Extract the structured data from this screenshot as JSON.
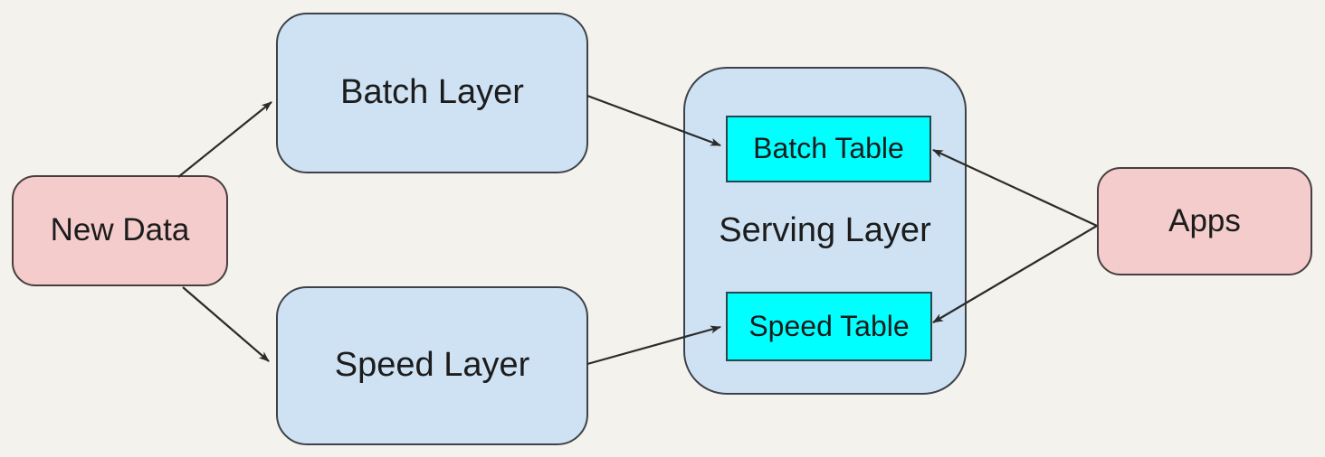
{
  "diagram": {
    "nodes": {
      "new_data": {
        "label": "New Data"
      },
      "batch_layer": {
        "label": "Batch Layer"
      },
      "speed_layer": {
        "label": "Speed Layer"
      },
      "serving_layer": {
        "label": "Serving Layer"
      },
      "batch_table": {
        "label": "Batch Table"
      },
      "speed_table": {
        "label": "Speed Table"
      },
      "apps": {
        "label": "Apps"
      }
    },
    "edges": [
      {
        "from": "New Data",
        "to": "Batch Layer"
      },
      {
        "from": "New Data",
        "to": "Speed Layer"
      },
      {
        "from": "Batch Layer",
        "to": "Batch Table"
      },
      {
        "from": "Speed Layer",
        "to": "Speed Table"
      },
      {
        "from": "Apps",
        "to": "Batch Table"
      },
      {
        "from": "Apps",
        "to": "Speed Table"
      }
    ],
    "colors": {
      "background": "#f4f2ed",
      "pink_node": "#f4cccc",
      "blue_node": "#cfe2f3",
      "cyan_node": "#00ffff",
      "arrow": "#2b2b2b",
      "text": "#1c1c1c"
    }
  }
}
